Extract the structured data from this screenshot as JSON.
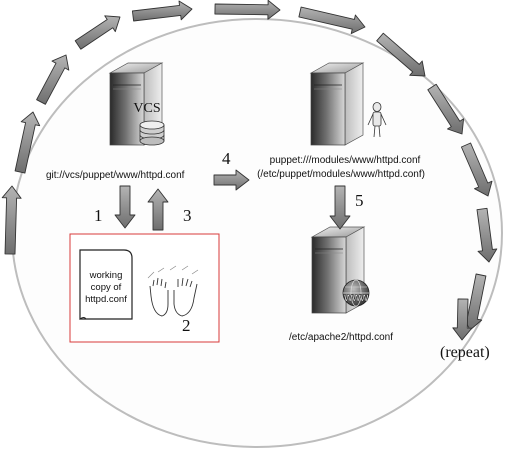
{
  "vcs_server": {
    "label": "VCS",
    "path": "git://vcs/puppet/www/httpd.conf"
  },
  "puppet_server": {
    "line1": "puppet:///modules/www/httpd.conf",
    "line2": "(/etc/puppet/modules/www/httpd.conf)"
  },
  "web_server": {
    "badge": "WWW",
    "path": "/etc/apache2/httpd.conf"
  },
  "working_copy": {
    "line1": "working",
    "line2": "copy of",
    "line3": "httpd.conf"
  },
  "steps": {
    "s1": "1",
    "s2": "2",
    "s3": "3",
    "s4": "4",
    "s5": "5"
  },
  "repeat_label": "(repeat)",
  "colors": {
    "arrow_fill": "#8c8c8c",
    "arrow_stroke": "#333333",
    "box_border": "#d83a3a",
    "server_dark": "#2e2e2e",
    "server_light": "#cfcfcf"
  }
}
